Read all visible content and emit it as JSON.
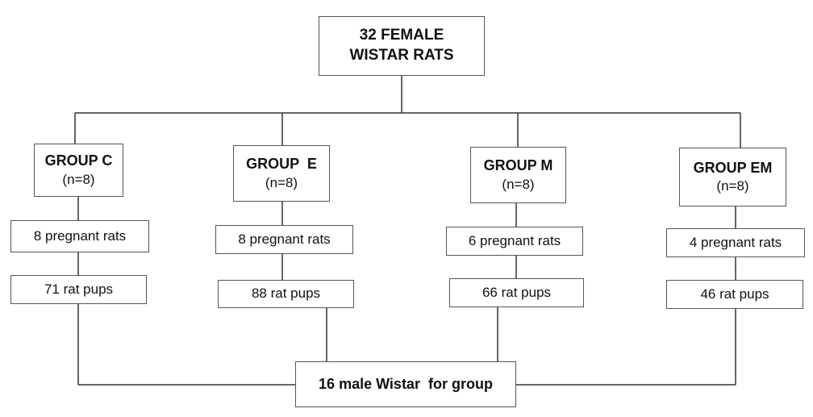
{
  "root": {
    "line1": "32 FEMALE",
    "line2": "WISTAR RATS"
  },
  "groups": [
    {
      "name": "GROUP C",
      "n": "(n=8)",
      "pregnant": "8 pregnant rats",
      "pups": "71 rat pups"
    },
    {
      "name": "GROUP  E",
      "n": "(n=8)",
      "pregnant": "8 pregnant rats",
      "pups": "88 rat pups"
    },
    {
      "name": "GROUP M",
      "n": "(n=8)",
      "pregnant": "6 pregnant rats",
      "pups": "66 rat pups"
    },
    {
      "name": "GROUP EM",
      "n": "(n=8)",
      "pregnant": "4 pregnant rats",
      "pups": "46 rat pups"
    }
  ],
  "bottom": {
    "label": "16 male Wistar  for group"
  }
}
